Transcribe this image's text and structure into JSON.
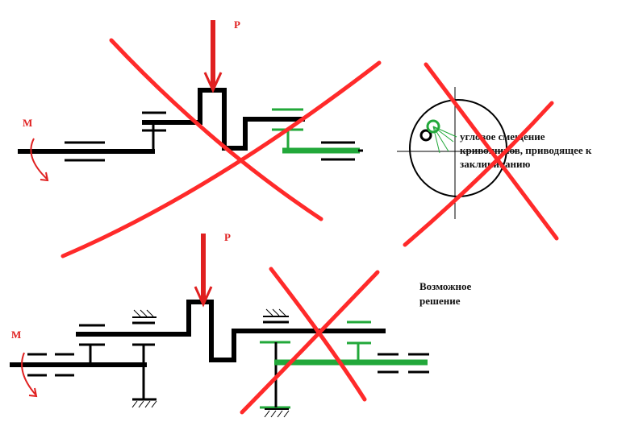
{
  "labels": {
    "force_top": "P",
    "moment_top": "M",
    "force_bottom": "P",
    "moment_bottom": "M",
    "note_line1": "угловое смещение",
    "note_line2": "кривошипов, приводящее к",
    "note_line3": "заклиниванию",
    "solution_line1": "Возможное",
    "solution_line2": "решение"
  },
  "colors": {
    "shaft": "#000000",
    "arrow": "#e02020",
    "cross": "#ff2a2a",
    "green_part": "#22a83a"
  }
}
